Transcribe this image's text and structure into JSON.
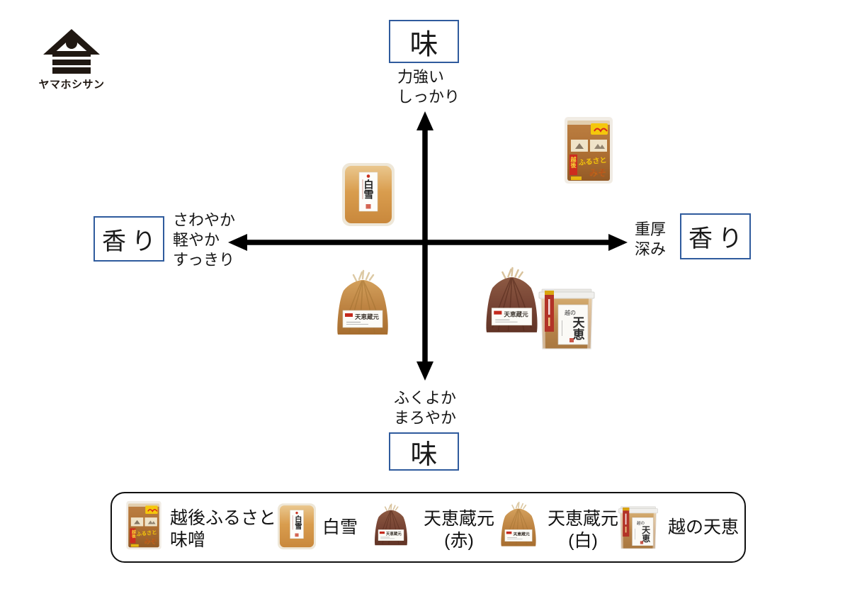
{
  "logo": {
    "text": "ヤマホシサン"
  },
  "colors": {
    "background": "#ffffff",
    "arrow": "#000000",
    "axis_box_border": "#2f5b9d",
    "legend_border": "#111111"
  },
  "axes": {
    "top": {
      "box_label": "味",
      "desc_lines": [
        "力強い",
        "しっかり"
      ]
    },
    "bottom": {
      "box_label": "味",
      "desc_lines": [
        "ふくよか",
        "まろやか"
      ]
    },
    "left": {
      "box_label": "香り",
      "desc_lines": [
        "さわやか",
        "軽やか",
        "すっきり"
      ]
    },
    "right": {
      "box_label": "香り",
      "desc_lines": [
        "重厚",
        "深み"
      ]
    }
  },
  "products": {
    "echigo": {
      "name": "越後ふるさと味噌",
      "pack_band_text": "越後",
      "pack_script_line1": "ふるさと",
      "pack_script_line2": "みそ"
    },
    "shirayuki": {
      "name": "白雪",
      "pack_label_text": "白雪"
    },
    "kuramoto_aka": {
      "name": "天恵蔵元(赤)",
      "pack_label_text": "天恵蔵元"
    },
    "kuramoto_shiro": {
      "name": "天恵蔵元(白)",
      "pack_label_text": "天恵蔵元"
    },
    "koshi_tenkei": {
      "name": "越の天恵",
      "pack_label_small": "越の",
      "pack_label_main": "天恵"
    }
  },
  "chart": {
    "placements": [
      {
        "product": "白雪",
        "quadrant": "upper-left"
      },
      {
        "product": "越後ふるさと味噌",
        "quadrant": "upper-right"
      },
      {
        "product": "天恵蔵元(白)",
        "quadrant": "lower-left"
      },
      {
        "product": "天恵蔵元(赤)",
        "quadrant": "lower-right"
      },
      {
        "product": "越の天恵",
        "quadrant": "lower-right"
      }
    ]
  },
  "legend": {
    "items": [
      {
        "line1": "越後ふるさと",
        "line2": "味噌"
      },
      {
        "line1": "白雪"
      },
      {
        "line1": "天恵蔵元",
        "line2": "(赤)"
      },
      {
        "line1": "天恵蔵元",
        "line2": "(白)"
      },
      {
        "line1": "越の天恵"
      }
    ]
  }
}
